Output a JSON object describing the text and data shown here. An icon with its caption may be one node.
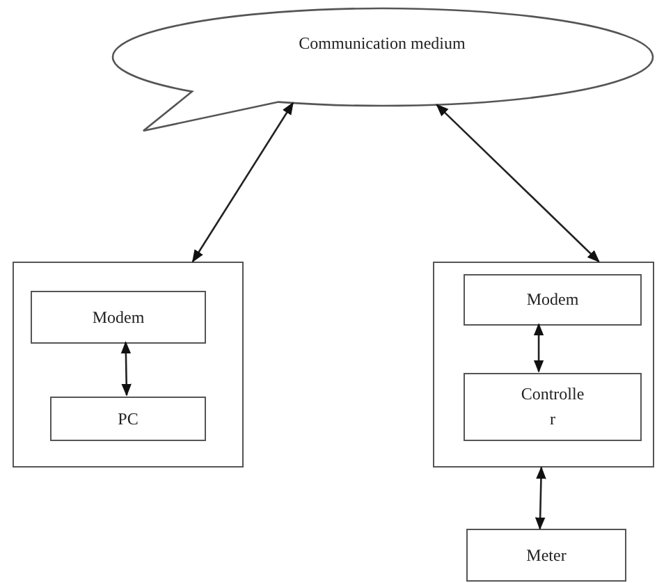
{
  "diagram": {
    "nodes": [
      {
        "text": [
          "Communication medium"
        ]
      },
      {
        "text": [],
        "shape": "box"
      },
      {
        "text": [
          "Modem"
        ],
        "in": 1
      },
      {
        "text": [
          "PC"
        ],
        "in": 1
      },
      {
        "text": [],
        "shape": "box"
      },
      {
        "text": [
          "Modem"
        ],
        "in": 4
      },
      {
        "text": [
          "Controlle r"
        ],
        "in": 4
      },
      {
        "text": [
          "Meter"
        ]
      }
    ],
    "edges": [
      {
        "from": 0,
        "to": 1,
        "arrow": "both"
      },
      {
        "from": 0,
        "to": 4,
        "arrow": "both"
      },
      {
        "from": 2,
        "to": 3,
        "arrow": "both"
      },
      {
        "from": 5,
        "to": 6,
        "arrow": "both"
      },
      {
        "from": 4,
        "to": 7,
        "arrow": "both"
      }
    ]
  }
}
